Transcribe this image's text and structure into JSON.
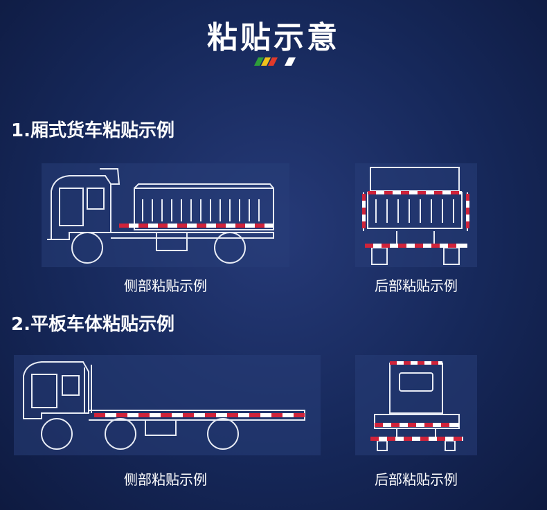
{
  "page": {
    "title": "粘贴示意",
    "stripe_colors": [
      "#2e9e3a",
      "#f2c21b",
      "#e23a2a",
      "#ffffff"
    ]
  },
  "sections": [
    {
      "heading": "1.厢式货车粘贴示例",
      "side_caption": "侧部粘贴示例",
      "rear_caption": "后部粘贴示例"
    },
    {
      "heading": "2.平板车体粘贴示例",
      "side_caption": "侧部粘贴示例",
      "rear_caption": "后部粘贴示例"
    }
  ],
  "colors": {
    "reflective_red": "#d0233a",
    "reflective_white": "#ffffff",
    "outline": "#e8ecf5"
  }
}
